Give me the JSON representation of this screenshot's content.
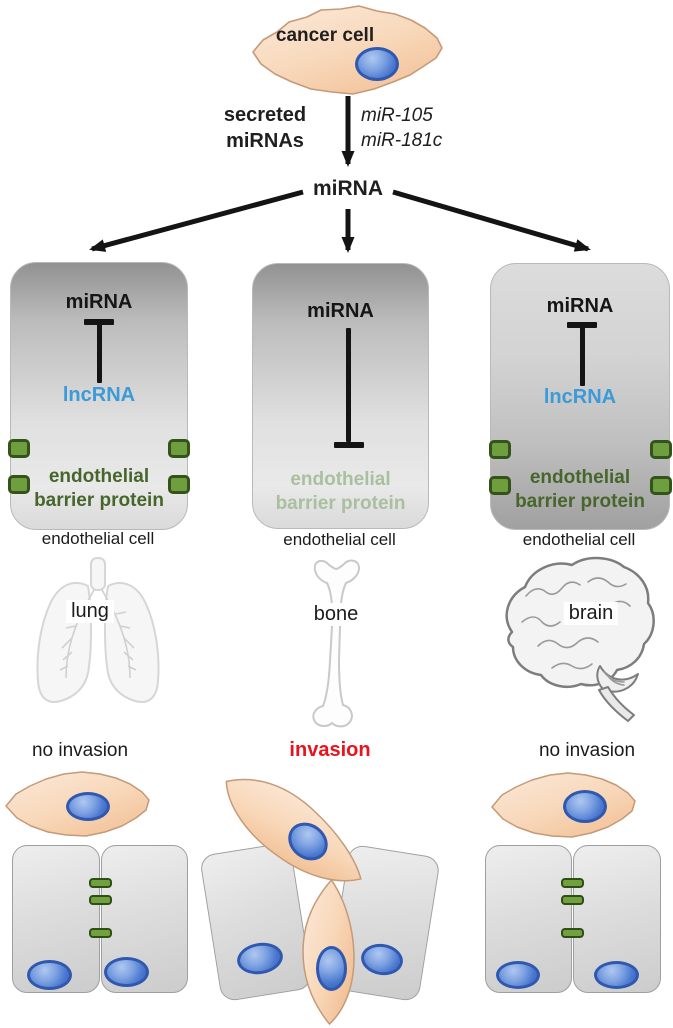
{
  "header": {
    "cancer_cell_label": "cancer cell",
    "secreted_mirnas_label": "secreted\nmiRNAs",
    "mir_names": [
      "miR-105",
      "miR-181c"
    ],
    "mirna_hub_label": "miRNA"
  },
  "columns": [
    {
      "box": {
        "mirna_label": "miRNA",
        "lncrna_label": "lncRNA",
        "protein_line1": "endothelial",
        "protein_line2": "barrier protein",
        "protein_suppressed": false
      },
      "cell_type_label": "endothelial cell",
      "organ_label": "lung",
      "outcome_label": "no invasion"
    },
    {
      "box": {
        "mirna_label": "miRNA",
        "lncrna_label": null,
        "protein_line1": "endothelial",
        "protein_line2": "barrier protein",
        "protein_suppressed": true
      },
      "cell_type_label": "endothelial cell",
      "organ_label": "bone",
      "outcome_label": "invasion"
    },
    {
      "box": {
        "mirna_label": "miRNA",
        "lncrna_label": "lncRNA",
        "protein_line1": "endothelial",
        "protein_line2": "barrier protein",
        "protein_suppressed": false
      },
      "cell_type_label": "endothelial cell",
      "organ_label": "brain",
      "outcome_label": "no invasion"
    }
  ],
  "colors": {
    "protein_green": "#47662b",
    "protein_faded": "#a9bf9e",
    "lncrna_blue": "#3b9ad8",
    "invasion_red": "#e8131c",
    "junction_green": "#6f9e3f",
    "cancer_cell_fill": "#f6cda8",
    "nucleus_blue": "#4a77cf"
  }
}
